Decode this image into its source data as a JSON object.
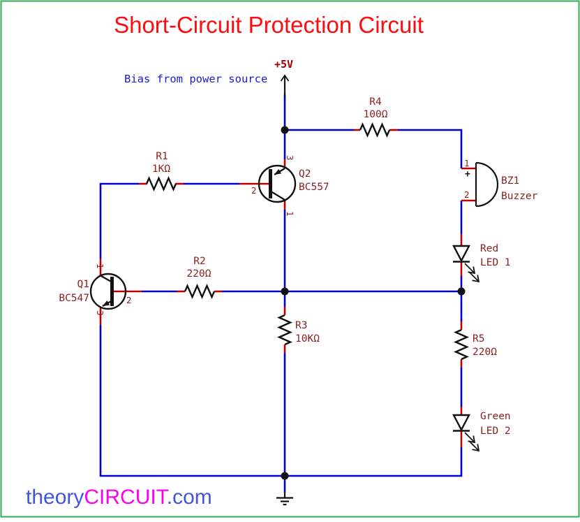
{
  "title": {
    "text": "Short-Circuit Protection Circuit"
  },
  "annotations": {
    "bias_note": "Bias from power source",
    "supply_label": "+5V"
  },
  "components": {
    "r1": {
      "ref": "R1",
      "value": "1KΩ"
    },
    "r2": {
      "ref": "R2",
      "value": "220Ω"
    },
    "r3": {
      "ref": "R3",
      "value": "10KΩ"
    },
    "r4": {
      "ref": "R4",
      "value": "100Ω"
    },
    "r5": {
      "ref": "R5",
      "value": "220Ω"
    },
    "q1": {
      "ref": "Q1",
      "value": "BC547",
      "pin1": "1",
      "pin2": "2",
      "pin3": "3"
    },
    "q2": {
      "ref": "Q2",
      "value": "BC557",
      "pin1": "1",
      "pin2": "2",
      "pin3": "3"
    },
    "bz1": {
      "ref": "BZ1",
      "value": "Buzzer",
      "pin1": "1",
      "pin2": "2",
      "polarity": "+"
    },
    "led1": {
      "color": "Red",
      "label": "LED 1"
    },
    "led2": {
      "color": "Green",
      "label": "LED 2"
    }
  },
  "watermark": {
    "prefix": "theory",
    "brand": "CIRCUIT",
    "suffix": ".com"
  },
  "colors": {
    "wire": "#0000d0",
    "pin_wire": "#c00000",
    "component_label": "#8b1e1e",
    "title": "#fb0d12",
    "bias_note": "#1a1acc",
    "supply_label": "#a00000",
    "border": "#35ab57",
    "watermark_blue": "#4156e0",
    "watermark_magenta": "#ff00ee"
  }
}
